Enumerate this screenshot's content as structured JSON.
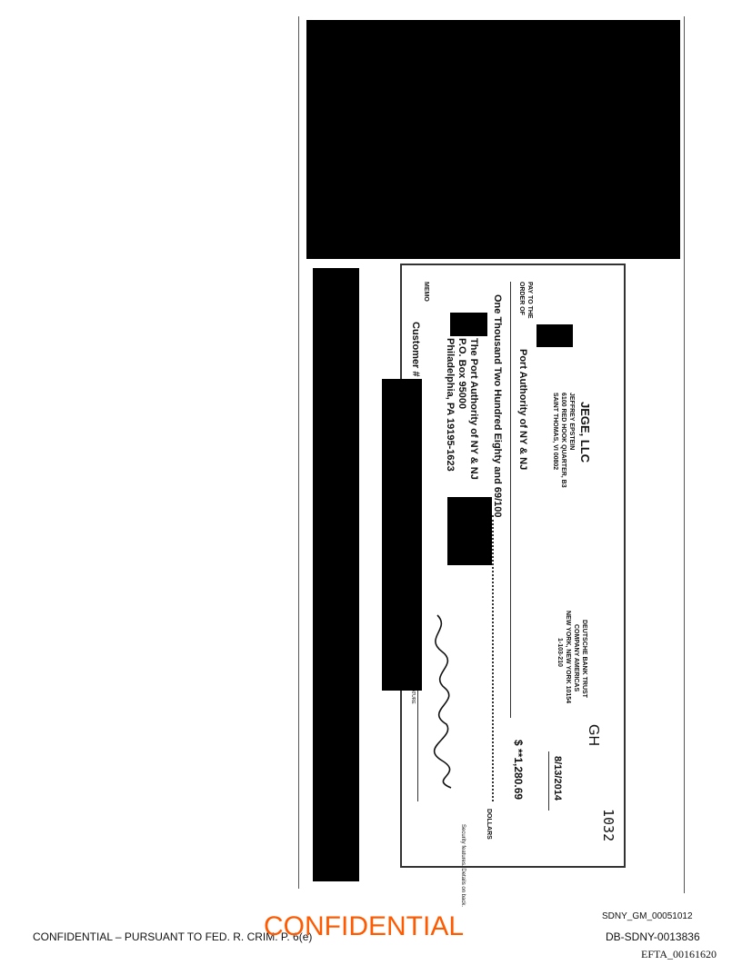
{
  "check": {
    "company_name": "JEGE, LLC",
    "company_address": [
      "JEFFREY EPSTEIN",
      "6100 RED HOOK QUARTER, B3",
      "SAINT THOMAS, VI 00802"
    ],
    "pay_to_label": [
      "PAY TO THE",
      "ORDER OF"
    ],
    "payee": "Port Authority of NY & NJ",
    "amount_words": "One Thousand Two Hundred Eighty and 69/100",
    "payee_address": [
      "The Port Authority of NY & NJ",
      "P.O. Box 95000",
      "Philadelphia, PA 19195-1623"
    ],
    "memo_label": "MEMO",
    "memo_value": "Customer #",
    "bank": [
      "DEUTSCHE BANK TRUST",
      "COMPANY AMERICAS",
      "NEW YORK, NEW YORK 10154",
      "1-103-210"
    ],
    "initials": "GH",
    "date": "8/13/2014",
    "amount": "$ **1,280.69",
    "dollars_label": "DOLLARS",
    "check_number": "1032",
    "signature_label": "AUTHORIZED SIGNATURE",
    "security_note": "Security features. Details on back."
  },
  "footer": {
    "left": "CONFIDENTIAL – PURSUANT TO FED. R. CRIM. P. 6(e)",
    "stamp": "CONFIDENTIAL",
    "bates1": "SDNY_GM_00051012",
    "bates2": "DB-SDNY-0013836",
    "efta": "EFTA_00161620"
  },
  "colors": {
    "stamp": "#ff5a00"
  }
}
